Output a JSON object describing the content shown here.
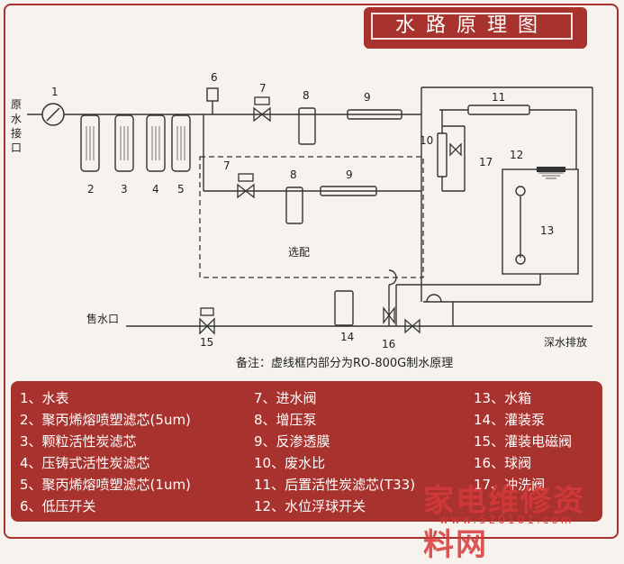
{
  "title": "水路原理图",
  "labels": {
    "raw_water_inlet": "原水接口",
    "sale_outlet": "售水口",
    "optional": "选配",
    "drain": "深水排放",
    "numbers": [
      "1",
      "2",
      "3",
      "4",
      "5",
      "6",
      "7",
      "8",
      "9",
      "10",
      "11",
      "12",
      "13",
      "14",
      "15",
      "16",
      "17",
      "7",
      "8",
      "9"
    ]
  },
  "note": "备注：虚线框内部分为RO-800G制水原理",
  "legend": {
    "col1": [
      "1、水表",
      "2、聚丙烯熔喷塑滤芯(5um)",
      "3、颗粒活性炭滤芯",
      "4、压铸式活性炭滤芯",
      "5、聚丙烯熔喷塑滤芯(1um)",
      "6、低压开关"
    ],
    "col2": [
      "7、进水阀",
      "8、增压泵",
      "9、反渗透膜",
      "10、废水比",
      "11、后置活性炭滤芯(T33)",
      "12、水位浮球开关"
    ],
    "col3": [
      "13、水箱",
      "14、灌装泵",
      "15、灌装电磁阀",
      "16、球阀",
      "17、冲洗阀"
    ]
  },
  "watermark": {
    "text": "家电维修资料网",
    "url": "www.520101.com"
  },
  "colors": {
    "accent": "#a8322d",
    "line": "#333333",
    "background": "#f6f3ee"
  }
}
